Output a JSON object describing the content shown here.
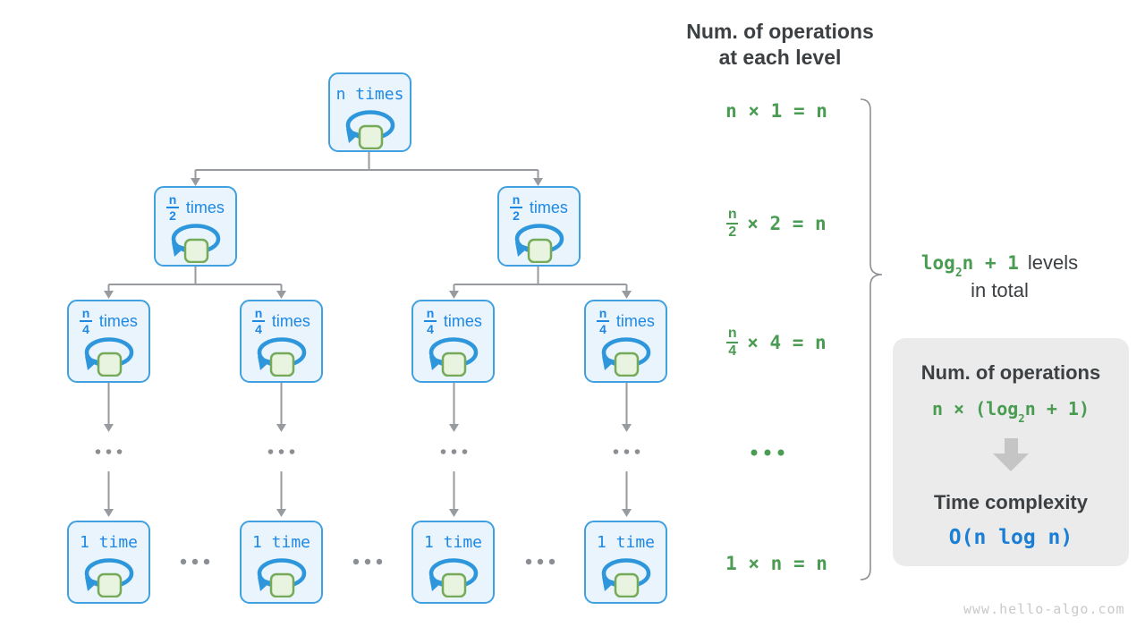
{
  "tree": {
    "root": {
      "label": "n times"
    },
    "level2": [
      {
        "num": "n",
        "den": "2",
        "unit": "times"
      },
      {
        "num": "n",
        "den": "2",
        "unit": "times"
      }
    ],
    "level3": [
      {
        "num": "n",
        "den": "4",
        "unit": "times"
      },
      {
        "num": "n",
        "den": "4",
        "unit": "times"
      },
      {
        "num": "n",
        "den": "4",
        "unit": "times"
      },
      {
        "num": "n",
        "den": "4",
        "unit": "times"
      }
    ],
    "leaves": [
      {
        "label": "1 time"
      },
      {
        "label": "1 time"
      },
      {
        "label": "1 time"
      },
      {
        "label": "1 time"
      }
    ],
    "ellipsis": "..."
  },
  "operations": {
    "header_line1": "Num. of operations",
    "header_line2": "at each level",
    "row1": "n × 1 = n",
    "row2": {
      "num": "n",
      "den": "2",
      "rest": "× 2 = n"
    },
    "row3": {
      "num": "n",
      "den": "4",
      "rest": "× 4 = n"
    },
    "row4": "...",
    "row5": "1 × n = n"
  },
  "brace_label": {
    "formula_log": "log",
    "formula_sub": "2",
    "formula_rest": "n + 1",
    "suffix": "levels",
    "line2": "in total"
  },
  "summary": {
    "title1": "Num. of operations",
    "formula1_pre": "n × (log",
    "formula1_sub": "2",
    "formula1_post": "n + 1)",
    "title2": "Time complexity",
    "formula2": "O(n log n)"
  },
  "watermark": "www.hello-algo.com",
  "colors": {
    "node_border": "#41a1e0",
    "node_fill": "#eaf4fc",
    "node_text": "#1e88e5",
    "loop_arrow": "#2e97dc",
    "square_fill": "#e8f3e0",
    "square_border": "#74aa58",
    "green": "#4a9c52",
    "dark_text": "#3c4043",
    "connector_gray": "#979b9f",
    "summary_bg": "#ebebeb",
    "block_arrow": "#c5c5c5",
    "complexity_blue": "#1a7fd4",
    "watermark_gray": "#c9c9c9"
  }
}
